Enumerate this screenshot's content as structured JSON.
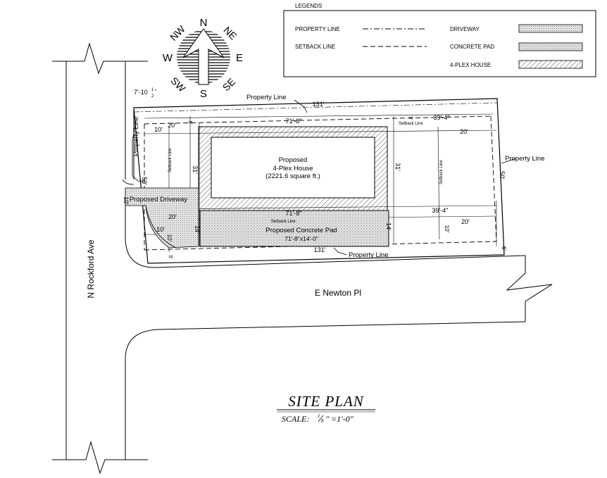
{
  "legend": {
    "title": "LEGENDS",
    "property_line": "PROPERTY LINE",
    "setback_line": "SETBACK LINE",
    "driveway": "DRIVEWAY",
    "concrete_pad": "CONCRETE PAD",
    "house": "4-PLEX HOUSE"
  },
  "compass": {
    "n": "N",
    "s": "S",
    "e": "E",
    "w": "W",
    "ne": "NE",
    "nw": "NW",
    "se": "SE",
    "sw": "SW"
  },
  "labels": {
    "property_line": "Property Line",
    "setback_line": "Setback Line",
    "house_1": "Proposed",
    "house_2": "4-Plex House",
    "house_3": "(2221.6 square ft.)",
    "driveway": "Proposed Driveway",
    "pad_1": "Proposed Concrete Pad",
    "pad_2": "71'-8\"x14'-0\"",
    "street_left": "N Rockford Ave",
    "street_bottom": "E Newton Pl"
  },
  "dims": {
    "top_131": "131'",
    "bottom_131": "131'",
    "d7_10": "7'-10",
    "d7_frac_n": "1",
    "d7_frac_d": "2",
    "d71_8_top": "71'-8\"",
    "d71_8_bot": "71'-8\"",
    "d39_4_top": "39'-4\"",
    "d39_4_bot": "39'-4\"",
    "d20_a": "20'",
    "d20_b": "20'",
    "d20_c": "20'",
    "d20_d": "20'",
    "d20_e": "20'",
    "d10_a": "10'",
    "d10_b": "10'",
    "d10_c": "10'",
    "d10_d": "10'",
    "d10_e": "10'",
    "d5_a": "5'",
    "d5_b": "5'",
    "d5_c": "5'",
    "d5_d": "5'",
    "d31_a": "31'",
    "d31_b": "31'",
    "d14_a": "14'",
    "d14_b": "14'",
    "d50_a": "50'",
    "d50_b": "50'",
    "d6": "6'"
  },
  "title": {
    "main": "SITE PLAN",
    "scale": "SCALE:",
    "scale_n": "1",
    "scale_d": "8",
    "scale_rest": "\" =1'-0\""
  }
}
